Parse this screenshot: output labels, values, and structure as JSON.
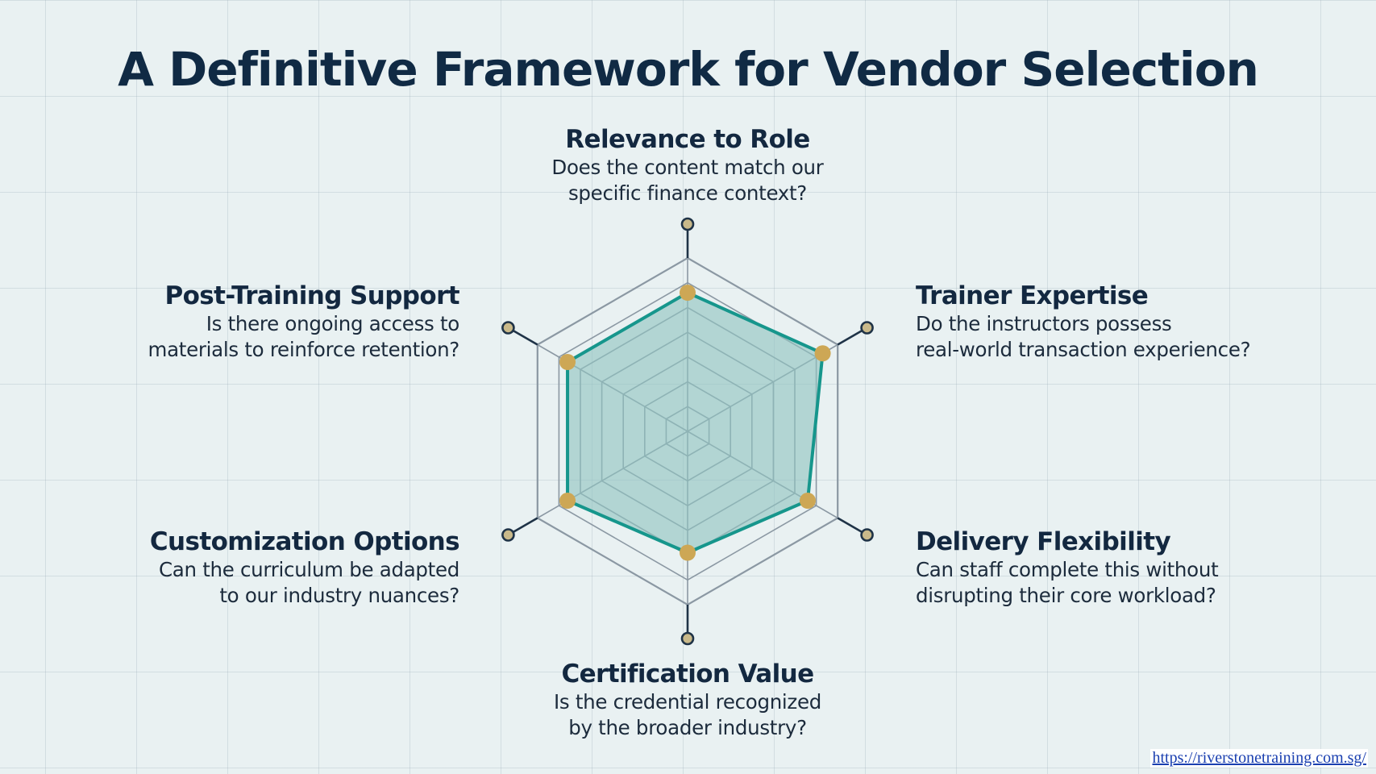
{
  "title": "A Definitive Framework for Vendor Selection",
  "footer": {
    "link_text": "https://riverstonetraining.com.sg/"
  },
  "colors": {
    "grid": "#8b98a3",
    "fill": "#8fc3c0",
    "stroke": "#16968c",
    "marker": "#cda755",
    "axis_end": "#c9b98a",
    "axis": "#1f3347"
  },
  "criteria": [
    {
      "title": "Relevance to Role",
      "lines": [
        "Does the content match our",
        "specific finance context?"
      ]
    },
    {
      "title": "Trainer Expertise",
      "lines": [
        "Do the instructors possess",
        "real-world transaction experience?"
      ]
    },
    {
      "title": "Delivery Flexibility",
      "lines": [
        "Can staff complete this without",
        "disrupting their core workload?"
      ]
    },
    {
      "title": "Certification Value",
      "lines": [
        "Is the credential recognized",
        "by the broader industry?"
      ]
    },
    {
      "title": "Customization Options",
      "lines": [
        "Can the curriculum be adapted",
        "to our industry nuances?"
      ]
    },
    {
      "title": "Post-Training Support",
      "lines": [
        "Is there ongoing access to",
        "materials to reinforce retention?"
      ]
    }
  ],
  "chart_data": {
    "type": "radar",
    "axes": [
      "Relevance to Role",
      "Trainer Expertise",
      "Delivery Flexibility",
      "Certification Value",
      "Customization Options",
      "Post-Training Support"
    ],
    "levels": 7,
    "values": [
      0.8,
      0.9,
      0.8,
      0.7,
      0.8,
      0.8
    ],
    "max": 1.0
  }
}
